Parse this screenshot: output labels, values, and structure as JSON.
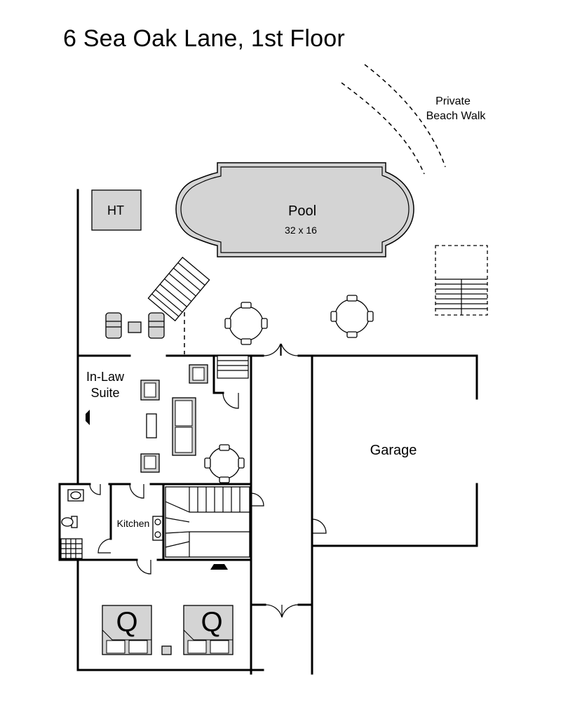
{
  "title": "6 Sea Oak Lane, 1st Floor",
  "labels": {
    "beach_walk_line1": "Private",
    "beach_walk_line2": "Beach Walk",
    "hot_tub": "HT",
    "pool": "Pool",
    "pool_size": "32 x 16",
    "inlaw_line1": "In-Law",
    "inlaw_line2": "Suite",
    "garage": "Garage",
    "kitchen": "Kitchen",
    "bed1": "Q",
    "bed2": "Q"
  },
  "colors": {
    "furniture": "#d4d4d4",
    "walls": "#000000",
    "background": "#ffffff"
  }
}
